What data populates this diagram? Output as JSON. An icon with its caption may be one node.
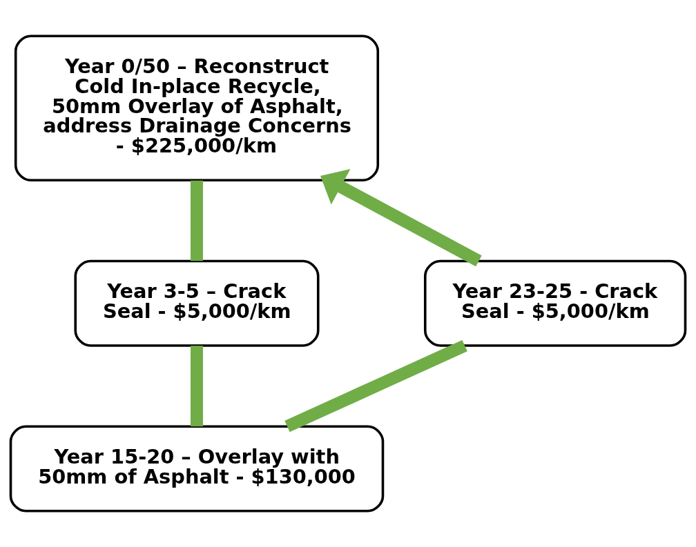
{
  "diagram": {
    "nodes": [
      {
        "text": [
          "Year 0/50 – Reconstruct Cold In-place Recycle, 50mm Overlay of Asphalt, address Drainage Concerns - $225,000/km"
        ]
      },
      {
        "text": [
          "Year 3-5 – Crack Seal - $5,000/km"
        ]
      },
      {
        "text": [
          "Year 15-20 – Overlay with 50mm of Asphalt - $130,000"
        ]
      },
      {
        "text": [
          "Year 23-25 - Crack Seal - $5,000/km"
        ]
      }
    ],
    "edges": [
      {
        "from": 0,
        "to": 1,
        "arrow": "none"
      },
      {
        "from": 1,
        "to": 2,
        "arrow": "none"
      },
      {
        "from": 2,
        "to": 3,
        "arrow": "none"
      },
      {
        "from": 3,
        "to": 0,
        "arrow": "to"
      }
    ]
  }
}
